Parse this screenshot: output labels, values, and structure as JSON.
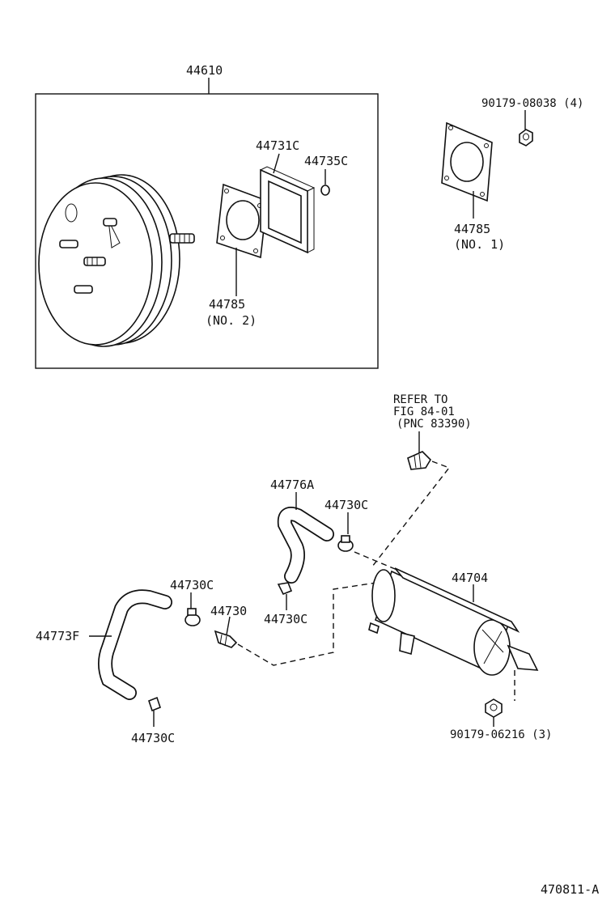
{
  "labels": {
    "booster_assy": "44610",
    "gasket_no1_part": "44785",
    "gasket_no1_note": "(NO. 1)",
    "gasket_no2_part": "44785",
    "gasket_no2_note": "(NO. 2)",
    "plate": "44731C",
    "nut_small": "44735C",
    "nut_top": "90179-08038 (4)",
    "refer_line1": "REFER TO",
    "refer_line2": "FIG 84-01",
    "refer_line3": "(PNC 83390)",
    "hose_upper": "44776A",
    "clamp_a": "44730C",
    "clamp_b": "44730C",
    "clamp_c": "44730C",
    "clamp_d": "44730C",
    "check_valve": "44730",
    "hose_lower": "44773F",
    "tank": "44704",
    "bolt_bottom": "90179-06216 (3)",
    "figure_id": "470811-A"
  },
  "icons": [
    "brake-booster-icon",
    "gasket-icon",
    "plate-icon",
    "nut-icon",
    "hose-icon",
    "clamp-icon",
    "check-valve-icon",
    "vacuum-tank-icon",
    "sensor-icon",
    "bolt-icon"
  ]
}
